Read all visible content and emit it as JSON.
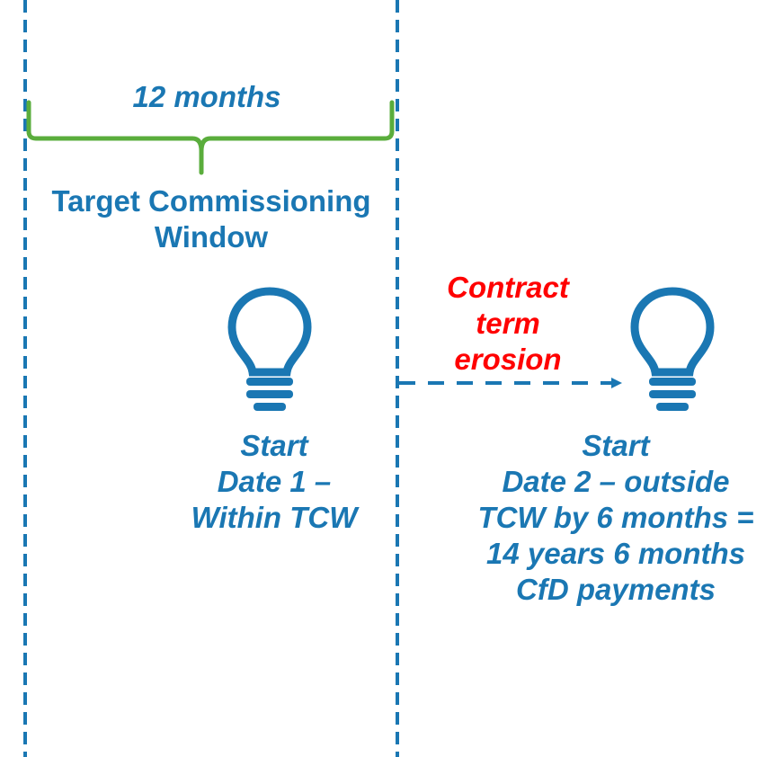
{
  "window": {
    "span_label": "12 months",
    "title_line1": "Target Commissioning",
    "title_line2": "Window"
  },
  "start1": {
    "line1": "Start",
    "line2": "Date 1 –",
    "line3": "Within TCW"
  },
  "erosion": {
    "line1": "Contract",
    "line2": "term",
    "line3": "erosion"
  },
  "start2": {
    "line1": "Start",
    "line2": "Date 2 – outside",
    "line3": "TCW by 6 months =",
    "line4": "14 years 6 months",
    "line5": "CfD payments"
  },
  "colors": {
    "blue": "#1a77b3",
    "green": "#5aad3c",
    "red": "#ff0000"
  },
  "icons": [
    "lightbulb-icon",
    "lightbulb-icon"
  ]
}
